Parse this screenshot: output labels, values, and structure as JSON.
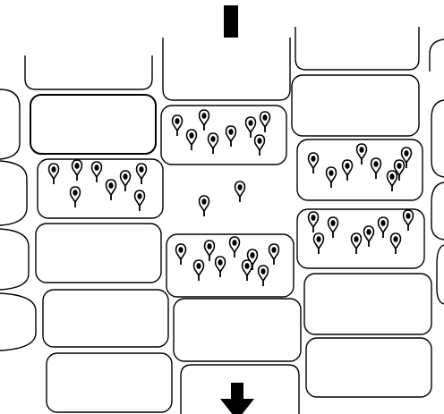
{
  "figure": {
    "background": "#ffffff",
    "line_color": "#000000",
    "arrows": [
      {
        "name": "gravity-arrow-top",
        "direction": "down"
      },
      {
        "name": "gravity-arrow-bottom",
        "direction": "down"
      }
    ],
    "columns": [
      {
        "name": "column-left",
        "cells": [
          "plain",
          "plain",
          "amyloplasts",
          "plain",
          "plain",
          "plain"
        ]
      },
      {
        "name": "column-middle",
        "cells": [
          "plain",
          "amyloplasts",
          "amyloplasts-sedimented",
          "plain",
          "plain"
        ]
      },
      {
        "name": "column-right",
        "cells": [
          "plain",
          "plain",
          "amyloplasts",
          "amyloplasts",
          "plain",
          "plain"
        ]
      }
    ],
    "icons": {
      "amyloplast": "amyloplast-icon",
      "arrow": "down-arrow-icon"
    }
  }
}
